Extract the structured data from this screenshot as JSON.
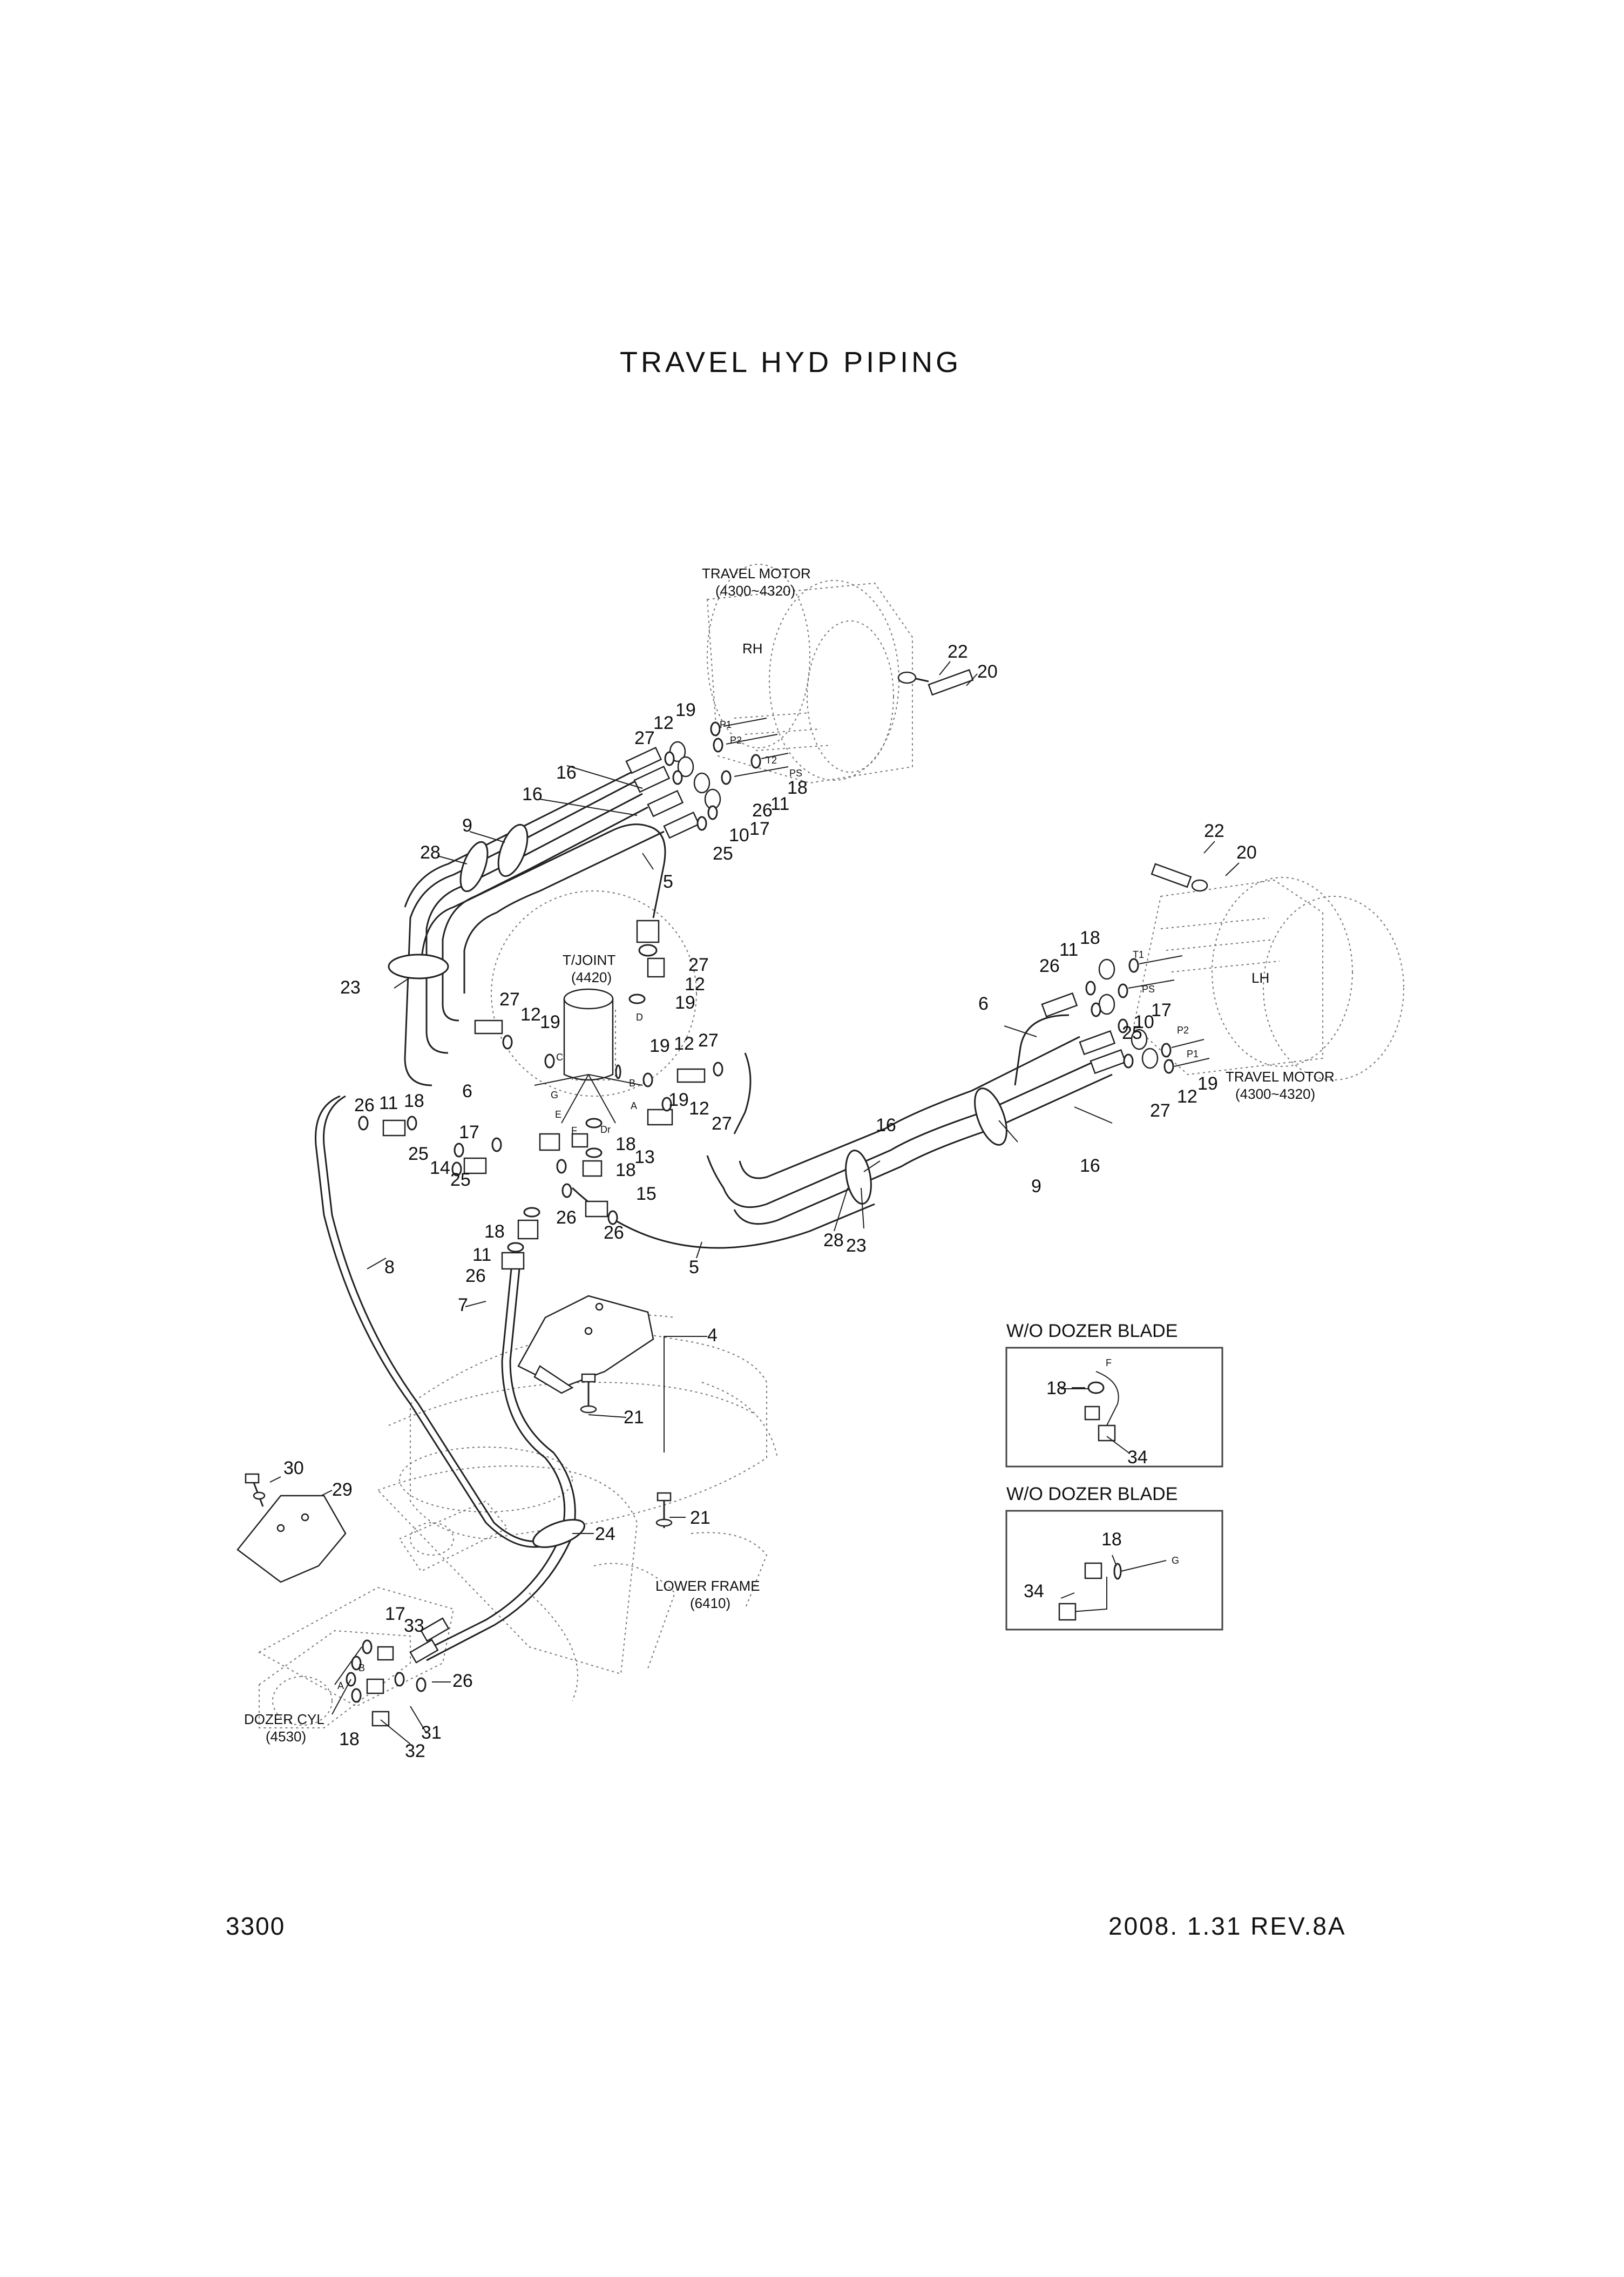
{
  "title": "TRAVEL HYD PIPING",
  "page_number": "3300",
  "revision": "2008. 1.31  REV.8A",
  "labels": {
    "travel_motor_rh_title": "TRAVEL MOTOR",
    "travel_motor_rh_ref": "(4300~4320)",
    "rh": "RH",
    "travel_motor_lh_title": "TRAVEL MOTOR",
    "travel_motor_lh_ref": "(4300~4320)",
    "lh": "LH",
    "tjoint_title": "T/JOINT",
    "tjoint_ref": "(4420)",
    "lower_frame_title": "LOWER FRAME",
    "lower_frame_ref": "(6410)",
    "dozer_cyl_title": "DOZER CYL",
    "dozer_cyl_ref": "(4530)",
    "wo_dozer_blade_1": "W/O DOZER BLADE",
    "wo_dozer_blade_2": "W/O DOZER BLADE"
  },
  "ports": {
    "p1_rh": "P1",
    "p2_rh": "P2",
    "t2": "T2",
    "ps_rh": "PS",
    "t1": "T1",
    "ps_lh": "PS",
    "p2_lh": "P2",
    "p1_lh": "P1",
    "tj_d": "D",
    "tj_c": "C",
    "tj_b": "B",
    "tj_g": "G",
    "tj_e": "E",
    "tj_a": "A",
    "tj_f": "F",
    "tj_dr": "Dr",
    "cyl_b": "B",
    "cyl_a": "A",
    "inset_f": "F",
    "inset_g": "G"
  },
  "callouts": {
    "c22a": "22",
    "c20a": "20",
    "c19a": "19",
    "c12a": "12",
    "c27a": "27",
    "c16a": "16",
    "c16b": "16",
    "c9a": "9",
    "c28a": "28",
    "c5a": "5",
    "c25a": "25",
    "c10a": "10",
    "c17a": "17",
    "c26a": "26",
    "c11a": "11",
    "c18a": "18",
    "c22b": "22",
    "c20b": "20",
    "c18b": "18",
    "c11b": "11",
    "c26b": "26",
    "c6a": "6",
    "c25b": "25",
    "c10b": "10",
    "c17b": "17",
    "c19b": "19",
    "c12b": "12",
    "c27b": "27",
    "c16c": "16",
    "c9b": "9",
    "c16d": "16",
    "c23a": "23",
    "c27c": "27",
    "c12c": "12",
    "c19c": "19",
    "c27d": "27",
    "c12d": "12",
    "c19d": "19",
    "c6b": "6",
    "c19e": "19",
    "c12e": "12",
    "c27e": "27",
    "c19f": "19",
    "c12f": "12",
    "c27f": "27",
    "c26c": "26",
    "c11c": "11",
    "c18c": "18",
    "c17c": "17",
    "c25c": "25",
    "c14a": "14",
    "c25d": "25",
    "c18d": "18",
    "c13a": "13",
    "c18e": "18",
    "c15a": "15",
    "c26d": "26",
    "c26e": "26",
    "c18f": "18",
    "c11d": "11",
    "c26f": "26",
    "c8a": "8",
    "c7a": "7",
    "c5b": "5",
    "c28b": "28",
    "c23b": "23",
    "c4a": "4",
    "c21a": "21",
    "c21b": "21",
    "c24a": "24",
    "c30a": "30",
    "c29a": "29",
    "c17d": "17",
    "c33a": "33",
    "c26g": "26",
    "c31a": "31",
    "c18g": "18",
    "c32a": "32",
    "i18a": "18",
    "i34a": "34",
    "i18b": "18",
    "i34b": "34"
  }
}
